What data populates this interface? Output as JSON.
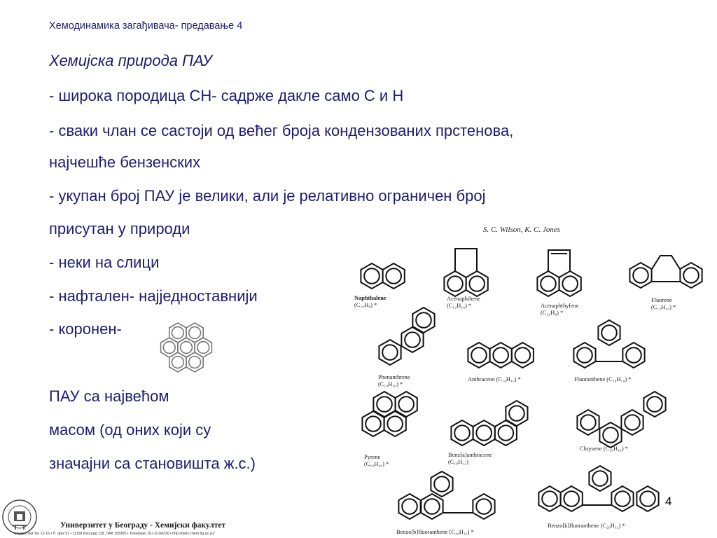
{
  "header": "Хемодинамика загађивача- предавање 4",
  "title": "Хемијска природа ПАУ",
  "lines": [
    "- широка породица CH- садрже дакле само C и H",
    "- сваки члан се састоји од већег броја кондензованих прстенова,",
    "најчешће бензенских",
    "- укупан број ПАУ је велики, али је релативно ограничен број",
    "присутан у природи",
    "- неки на слици",
    "- нафтален- најједноставнији",
    "- коронен-",
    "ПАУ са највећом",
    "масом (од оних који су",
    "значајни са становишта ж.с.)"
  ],
  "figure": {
    "author": "S. C. Wilson, K. C. Jones",
    "labels": [
      {
        "name": "Naphthalene",
        "formula": "(C₁₀H₈) *"
      },
      {
        "name": "Acenaphthene",
        "formula": "(C₁₂H₁₀) *"
      },
      {
        "name": "Acenaphthylene",
        "formula": "(C₁₂H₈) *"
      },
      {
        "name": "Fluorene",
        "formula": "(C₁₃H₁₀) *"
      },
      {
        "name": "Phenanthrene",
        "formula": "(C₁₄H₁₀) *"
      },
      {
        "name": "Anthracene (C₁₄H₁₀) *",
        "formula": ""
      },
      {
        "name": "Fluoranthene (C₁₆H₁₀) *",
        "formula": ""
      },
      {
        "name": "Pyrene",
        "formula": "(C₁₆H₁₀) *"
      },
      {
        "name": "Benz[a]anthracene",
        "formula": "(C₁₈H₁₂)"
      },
      {
        "name": "Chrysene (C₁₈H₁₂) *",
        "formula": ""
      },
      {
        "name": "Benzo[b]fluoranthene (C₂₀H₁₂) *",
        "formula": ""
      },
      {
        "name": "Benzo[k]fluoranthene (C₂₀H₁₂) *",
        "formula": ""
      }
    ]
  },
  "slide_number": "4",
  "footer": {
    "university": "Универзитет у Београду - Хемијски факултет",
    "address": "Студентски трг 12-16 • П. фах 51 • 11158 Београд 118, ПАК 105305 • Телефакс: 011-2184330 • http://helix.chem.bg.ac.yu/"
  },
  "colors": {
    "text": "#1d1d72",
    "drawing": "#111111"
  }
}
